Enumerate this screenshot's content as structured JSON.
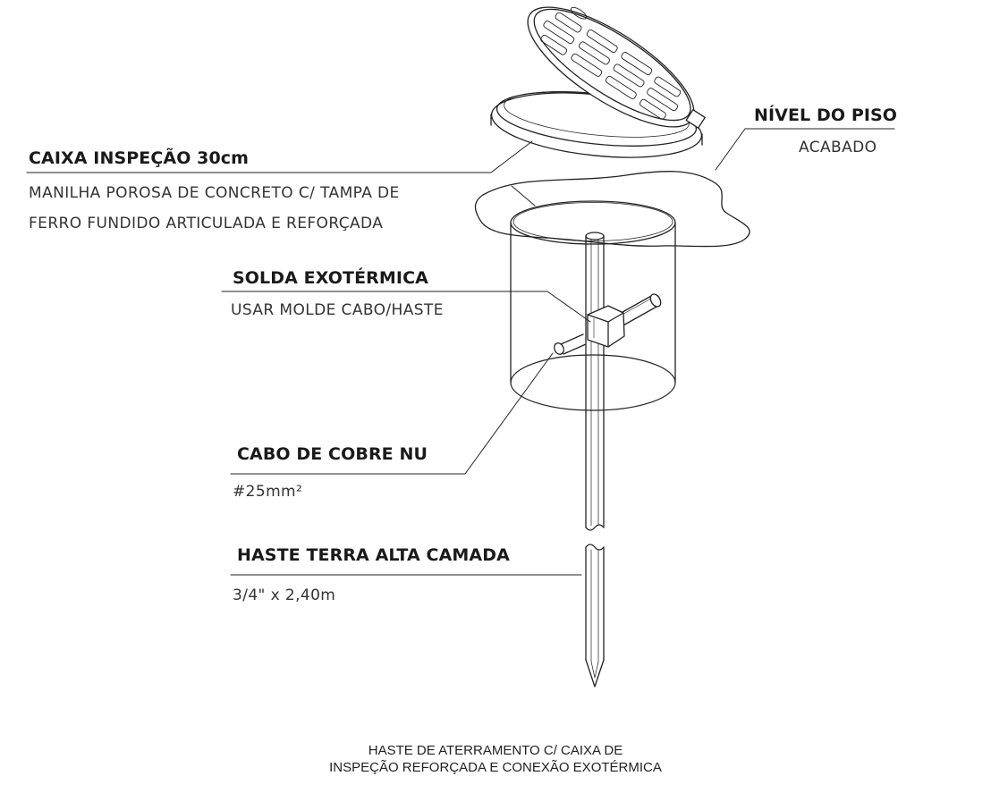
{
  "labels": {
    "caixa": {
      "title": "CAIXA INSPEÇÃO 30cm",
      "line1": "MANILHA POROSA DE CONCRETO C/ TAMPA DE",
      "line2": "FERRO FUNDIDO ARTICULADA E REFORÇADA"
    },
    "nivel": {
      "title": "NÍVEL DO PISO",
      "sub": "ACABADO"
    },
    "solda": {
      "title": "SOLDA EXOTÉRMICA",
      "sub": "USAR MOLDE CABO/HASTE"
    },
    "cabo": {
      "title": "CABO DE COBRE NU",
      "sub": "#25mm²"
    },
    "haste": {
      "title": "HASTE TERRA ALTA CAMADA",
      "sub": "3/4\" x 2,40m"
    }
  },
  "caption": {
    "line1": "HASTE DE ATERRAMENTO C/ CAIXA DE",
    "line2": "INSPEÇÃO REFORÇADA E CONEXÃO EXOTÉRMICA"
  }
}
